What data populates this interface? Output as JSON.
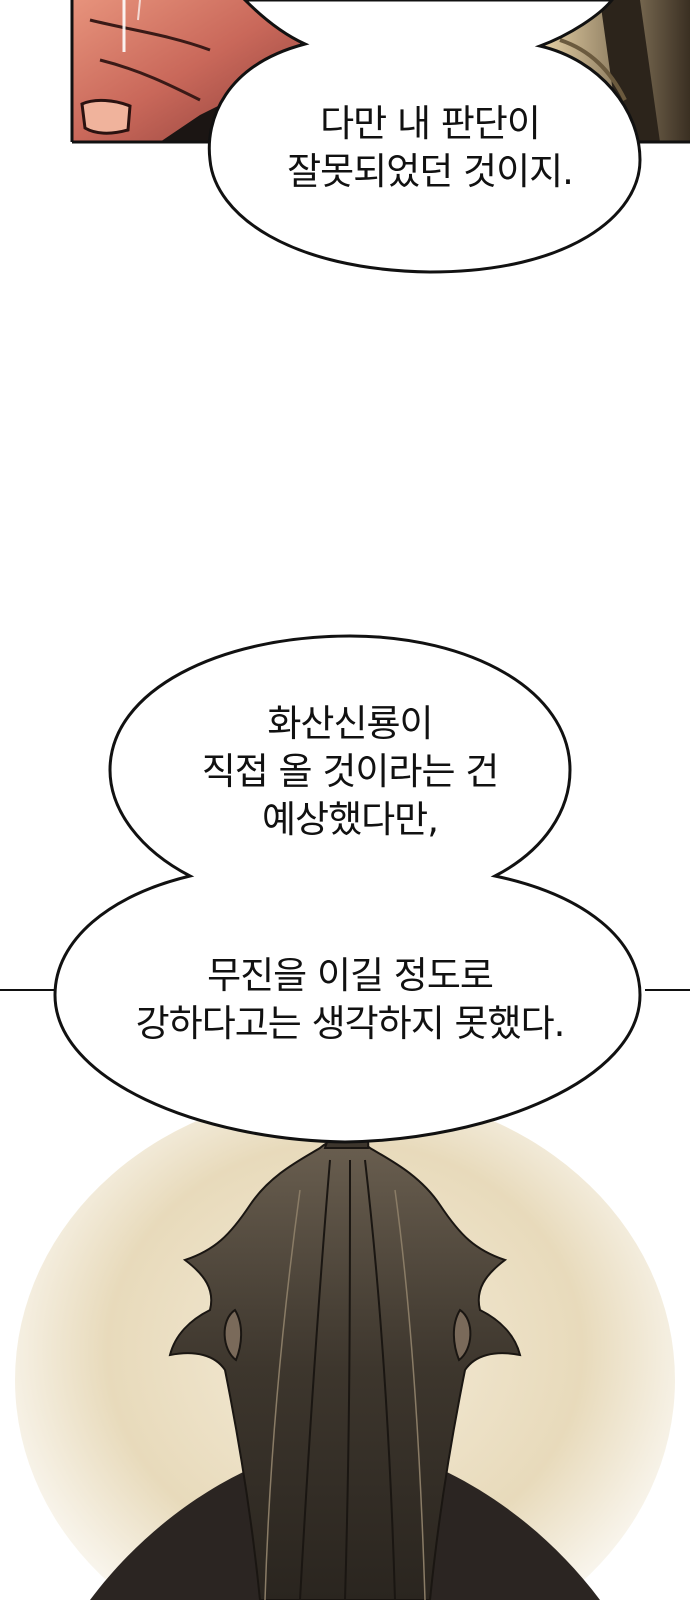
{
  "comic": {
    "bubble_top": {
      "lines": [
        "다만 내 판단이",
        "잘못되었던 것이지."
      ]
    },
    "bubble_bottom": {
      "lines_upper": [
        "화산신룡이",
        "직접 올 것이라는 건",
        "예상했다만,"
      ],
      "lines_lower": [
        "무진을 이길 정도로",
        "강하다고는 생각하지 못했다."
      ]
    }
  },
  "colors": {
    "panel_border": "#111111",
    "skin_shadow": "#c96a5a",
    "skin_highlight": "#f1b8a2",
    "hair_dark": "#2b2620",
    "hair_mid": "#5b5245",
    "background_glow": "#e9dcc0",
    "robe_red": "#5a2424"
  }
}
